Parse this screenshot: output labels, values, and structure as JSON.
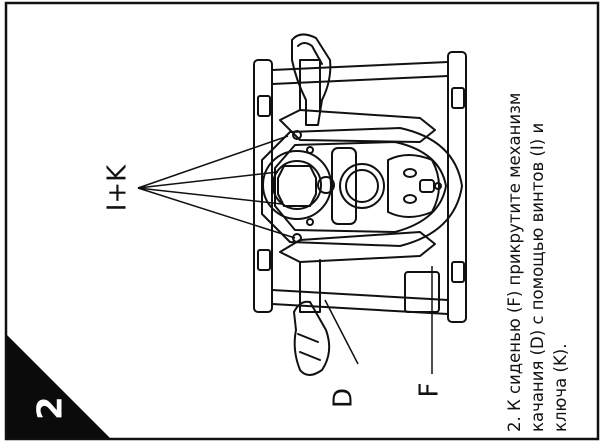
{
  "step": {
    "number": "2",
    "caption_lines": [
      "2. К сиденью (F) прикрутите механизм",
      "качания (D) с помощью винтов (I) и",
      "ключа (K)."
    ]
  },
  "labels": {
    "fasteners": "I+K",
    "mechanism": "D",
    "seat": "F"
  },
  "colors": {
    "ink": "#111111",
    "badge": "#0b0b0b",
    "paper": "#ffffff"
  }
}
